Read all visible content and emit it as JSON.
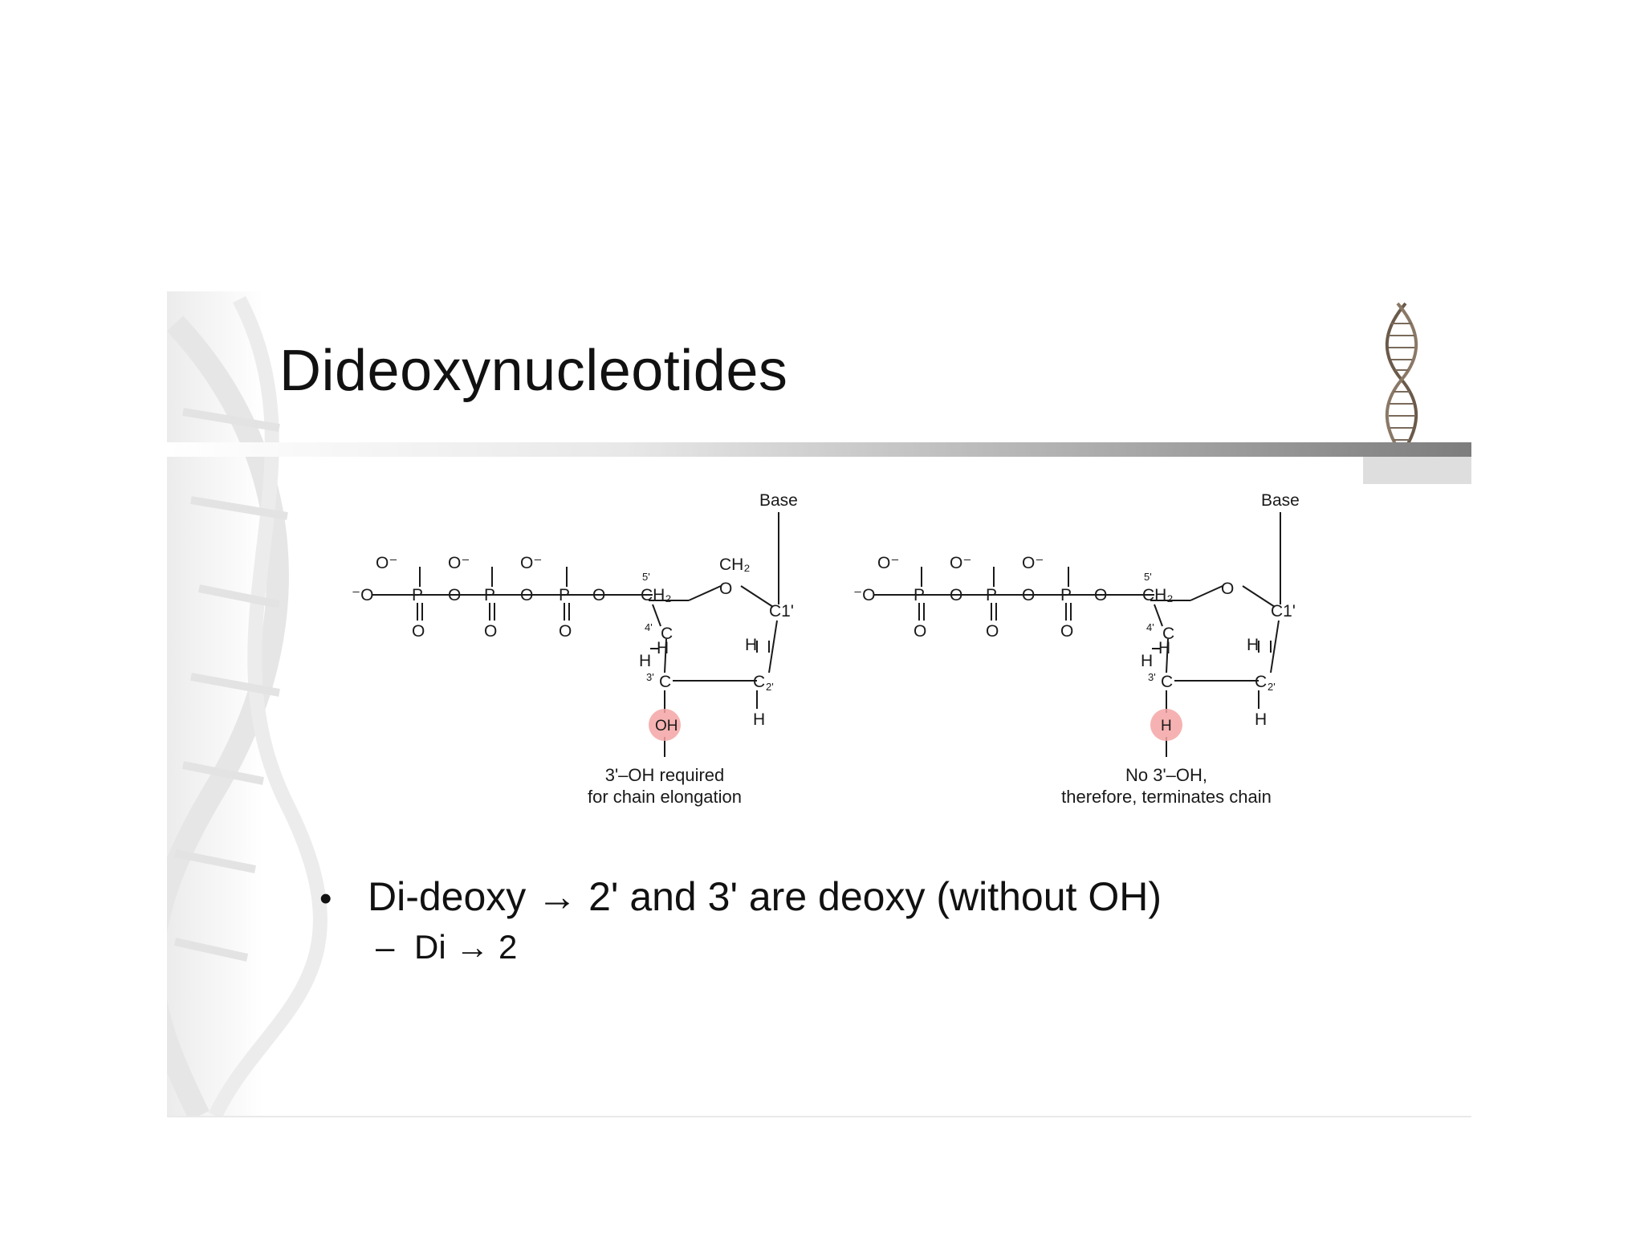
{
  "slide": {
    "title": "Dideoxynucleotides",
    "diagram": {
      "left": {
        "base_label": "Base",
        "ch2_top": "CH₂",
        "ch2": "CH₂",
        "carbon_5": "5'",
        "carbon_4": "4'",
        "carbon_3": "3'",
        "carbon_2": "2'",
        "carbon_1": "C1'",
        "highlight": "OH",
        "caption_line1": "3'–OH required",
        "caption_line2": "for chain elongation"
      },
      "right": {
        "base_label": "Base",
        "ch2": "CH₂",
        "carbon_5": "5'",
        "carbon_4": "4'",
        "carbon_3": "3'",
        "carbon_2": "2'",
        "carbon_1": "C1'",
        "highlight": "H",
        "caption_line1": "No 3'–OH,",
        "caption_line2": "therefore, terminates chain"
      },
      "highlight_color": "#f4a5a5"
    },
    "bullets": [
      {
        "text": "Di-deoxy → 2' and 3' are deoxy (without OH)",
        "sub": "Di → 2"
      }
    ]
  }
}
